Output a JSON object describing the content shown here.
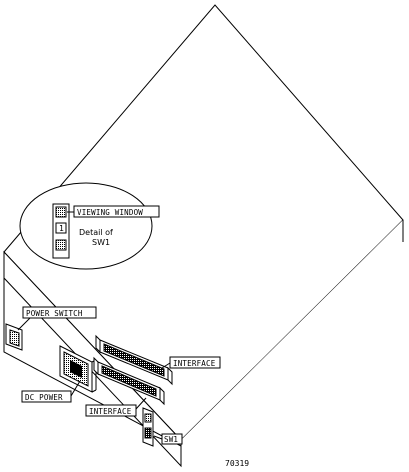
{
  "callouts": {
    "viewing_window": "VIEWING WINDOW",
    "power_switch": "POWER SWITCH",
    "dc_power": "DC POWER",
    "interface_upper": "INTERFACE",
    "interface_lower": "INTERFACE",
    "sw1": "SW1"
  },
  "detail": {
    "line1": "Detail of",
    "line2": "SW1",
    "switch_mark": "1"
  },
  "figure_number": "70319"
}
